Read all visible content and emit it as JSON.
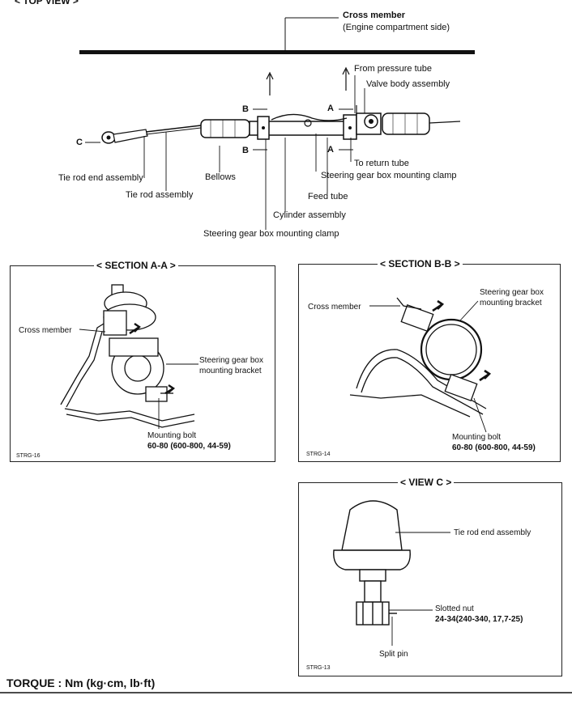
{
  "top_view": {
    "title": "< TOP VIEW >",
    "cross_member": "Cross member",
    "engine_side": "(Engine compartment side)",
    "from_pressure_tube": "From pressure tube",
    "valve_body_assembly": "Valve body assembly",
    "to_return_tube": "To return tube",
    "clamp_right": "Steering gear box mounting clamp",
    "feed_tube": "Feed tube",
    "cylinder_assembly": "Cylinder assembly",
    "clamp_left": "Steering gear box mounting clamp",
    "tie_rod_end_assembly": "Tie rod end assembly",
    "bellows": "Bellows",
    "tie_rod_assembly": "Tie rod assembly",
    "marker_a": "A",
    "marker_b": "B",
    "marker_c": "C"
  },
  "section_aa": {
    "title": "< SECTION A-A >",
    "cross_member": "Cross member",
    "bracket_line1": "Steering gear box",
    "bracket_line2": "mounting bracket",
    "bolt_label": "Mounting bolt",
    "bolt_torque": "60-80 (600-800, 44-59)",
    "code": "STRG-16"
  },
  "section_bb": {
    "title": "< SECTION B-B >",
    "cross_member": "Cross member",
    "bracket_line1": "Steering gear box",
    "bracket_line2": "mounting bracket",
    "bolt_label": "Mounting bolt",
    "bolt_torque": "60-80 (600-800, 44-59)",
    "code": "STRG-14"
  },
  "view_c": {
    "title": "< VIEW C >",
    "tie_rod_end": "Tie rod end assembly",
    "slotted_nut": "Slotted nut",
    "nut_torque": "24-34(240-340, 17,7-25)",
    "split_pin": "Split pin",
    "code": "STRG-13"
  },
  "torque_units": "TORQUE : Nm (kg·cm, lb·ft)"
}
